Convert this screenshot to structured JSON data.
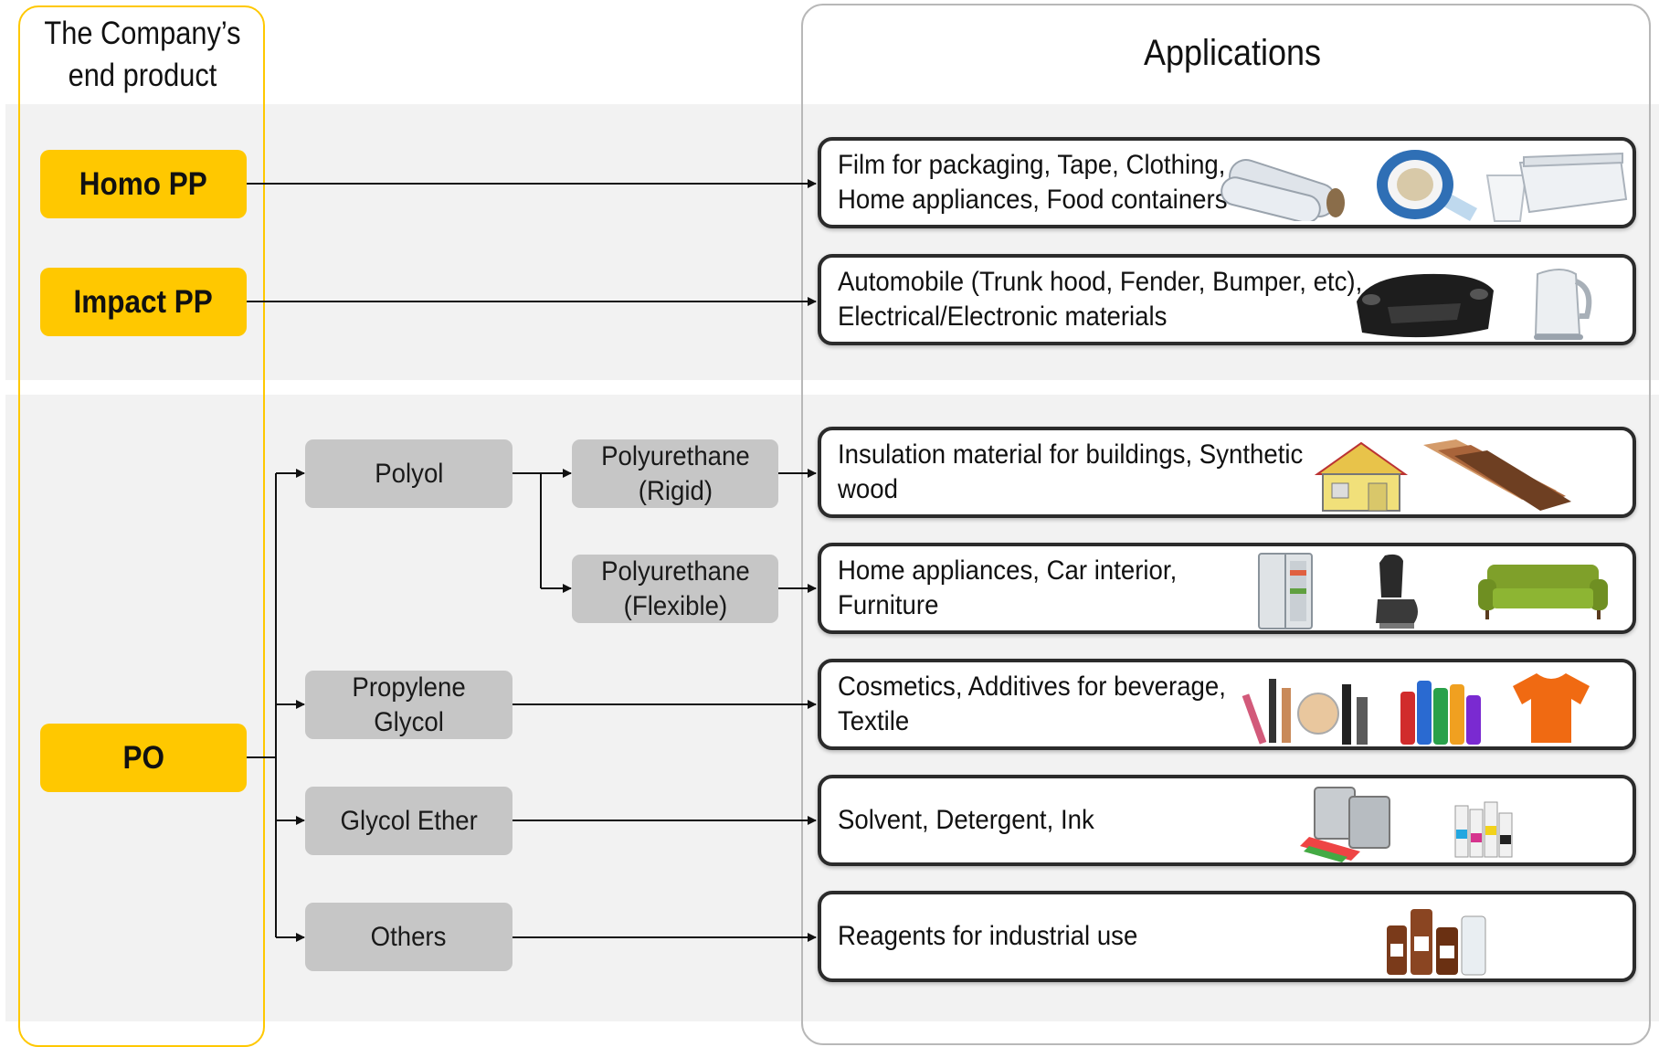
{
  "left_header": "The Company’s\nend product",
  "right_header": "Applications",
  "products": {
    "homo_pp": "Homo PP",
    "impact_pp": "Impact PP",
    "po": "PO"
  },
  "intermediates": {
    "polyol": "Polyol",
    "pu_rigid": "Polyurethane\n(Rigid)",
    "pu_flexible": "Polyurethane\n(Flexible)",
    "propylene_glycol": "Propylene\nGlycol",
    "glycol_ether": "Glycol Ether",
    "others": "Others"
  },
  "applications": {
    "homo_pp": "Film for packaging, Tape, Clothing,\nHome appliances, Food containers",
    "impact_pp": "Automobile (Trunk hood, Fender, Bumper, etc),\nElectrical/Electronic materials",
    "pu_rigid": "Insulation material for buildings, Synthetic\nwood",
    "pu_flexible": "Home appliances, Car interior,\nFurniture",
    "propylene_glycol": "Cosmetics, Additives for beverage,\nTextile",
    "glycol_ether": "Solvent, Detergent, Ink",
    "others": "Reagents for industrial use"
  },
  "colors": {
    "product_fill": "#ffc800",
    "intermediate_fill": "#c6c6c6",
    "band_fill": "#f2f2f2",
    "connector": "#111111"
  }
}
